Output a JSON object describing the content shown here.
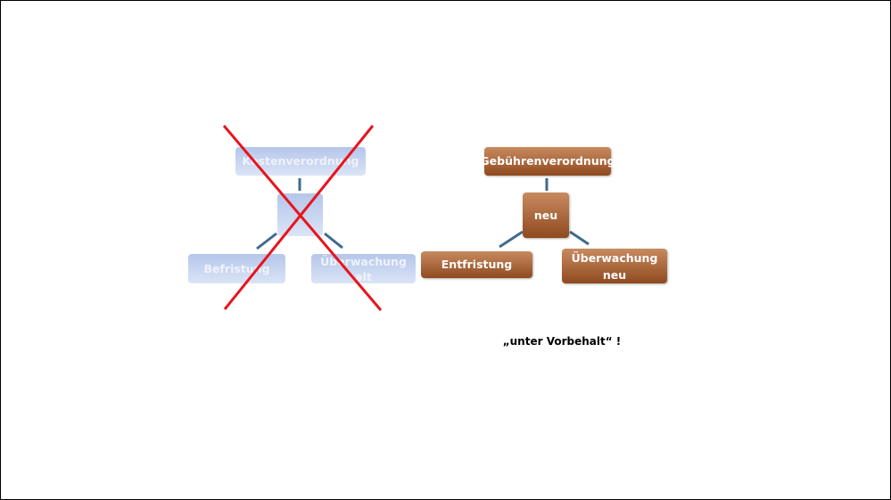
{
  "old_diagram": {
    "top": "Kostenverordnung",
    "center": "",
    "left": "Befristung",
    "right_line1": "Überwachung",
    "right_line2": "alt",
    "crossed_out": true,
    "cross_color": "#e8141c"
  },
  "new_diagram": {
    "top": "Gebührenverordnung",
    "center": "neu",
    "left": "Entfristung",
    "right_line1": "Überwachung",
    "right_line2": "neu"
  },
  "note": "„unter Vorbehalt“ !"
}
